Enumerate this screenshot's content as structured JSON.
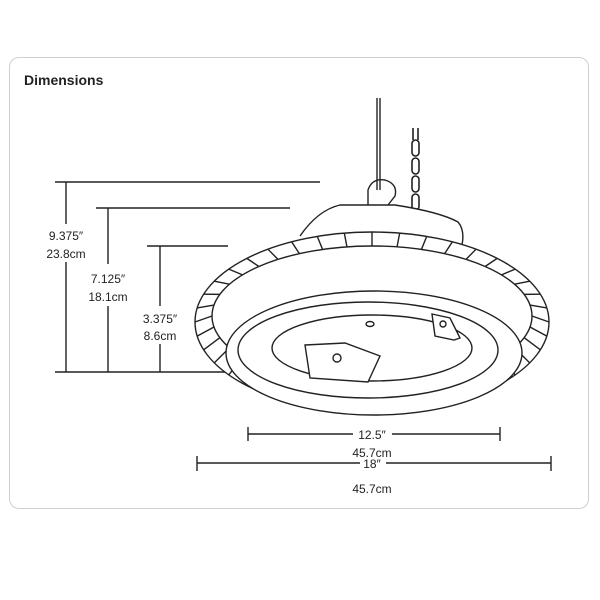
{
  "title": "Dimensions",
  "dimensions": {
    "overall_height": {
      "in": "9.375″",
      "cm": "23.8cm"
    },
    "body_height": {
      "in": "7.125″",
      "cm": "18.1cm"
    },
    "lens_height": {
      "in": "3.375″",
      "cm": "8.6cm"
    },
    "inner_width": {
      "in": "12.5″",
      "cm": "45.7cm"
    },
    "outer_width": {
      "in": "18″",
      "cm": "45.7cm"
    }
  },
  "colors": {
    "line": "#222222",
    "border": "#cfcfcf"
  }
}
